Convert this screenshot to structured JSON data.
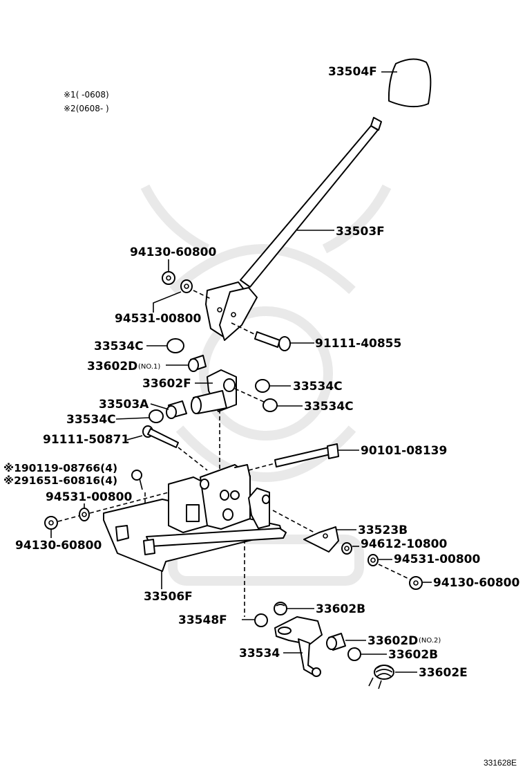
{
  "notes": {
    "note1": "※1(      -0608)",
    "note2": "※2(0608-       )"
  },
  "callouts": {
    "c33504F": "33504F",
    "c33503F": "33503F",
    "c94130_60800_top": "94130-60800",
    "c94531_00800_top": "94531-00800",
    "c91111_40855": "91111-40855",
    "c33534C_a": "33534C",
    "c33602D_no1": "33602D",
    "c33602D_no1_sub": "(NO.1)",
    "c33602F": "33602F",
    "c33534C_b": "33534C",
    "c33534C_c": "33534C",
    "c33503A": "33503A",
    "c33534C_d": "33534C",
    "c91111_50871": "91111-50871",
    "c90101_08139": "90101-08139",
    "c90119": "※190119-08766(4)",
    "c91651": "※291651-60816(4)",
    "c94531_00800_left": "94531-00800",
    "c94130_60800_left": "94130-60800",
    "c33523B": "33523B",
    "c94612_10800": "94612-10800",
    "c94531_00800_right": "94531-00800",
    "c94130_60800_right": "94130-60800",
    "c33506F": "33506F",
    "c33602B_a": "33602B",
    "c33548F": "33548F",
    "c33602D_no2": "33602D",
    "c33602D_no2_sub": "(NO.2)",
    "c33534": "33534",
    "c33602B_b": "33602B",
    "c33602E": "33602E"
  },
  "diagram_ref": "331628E"
}
